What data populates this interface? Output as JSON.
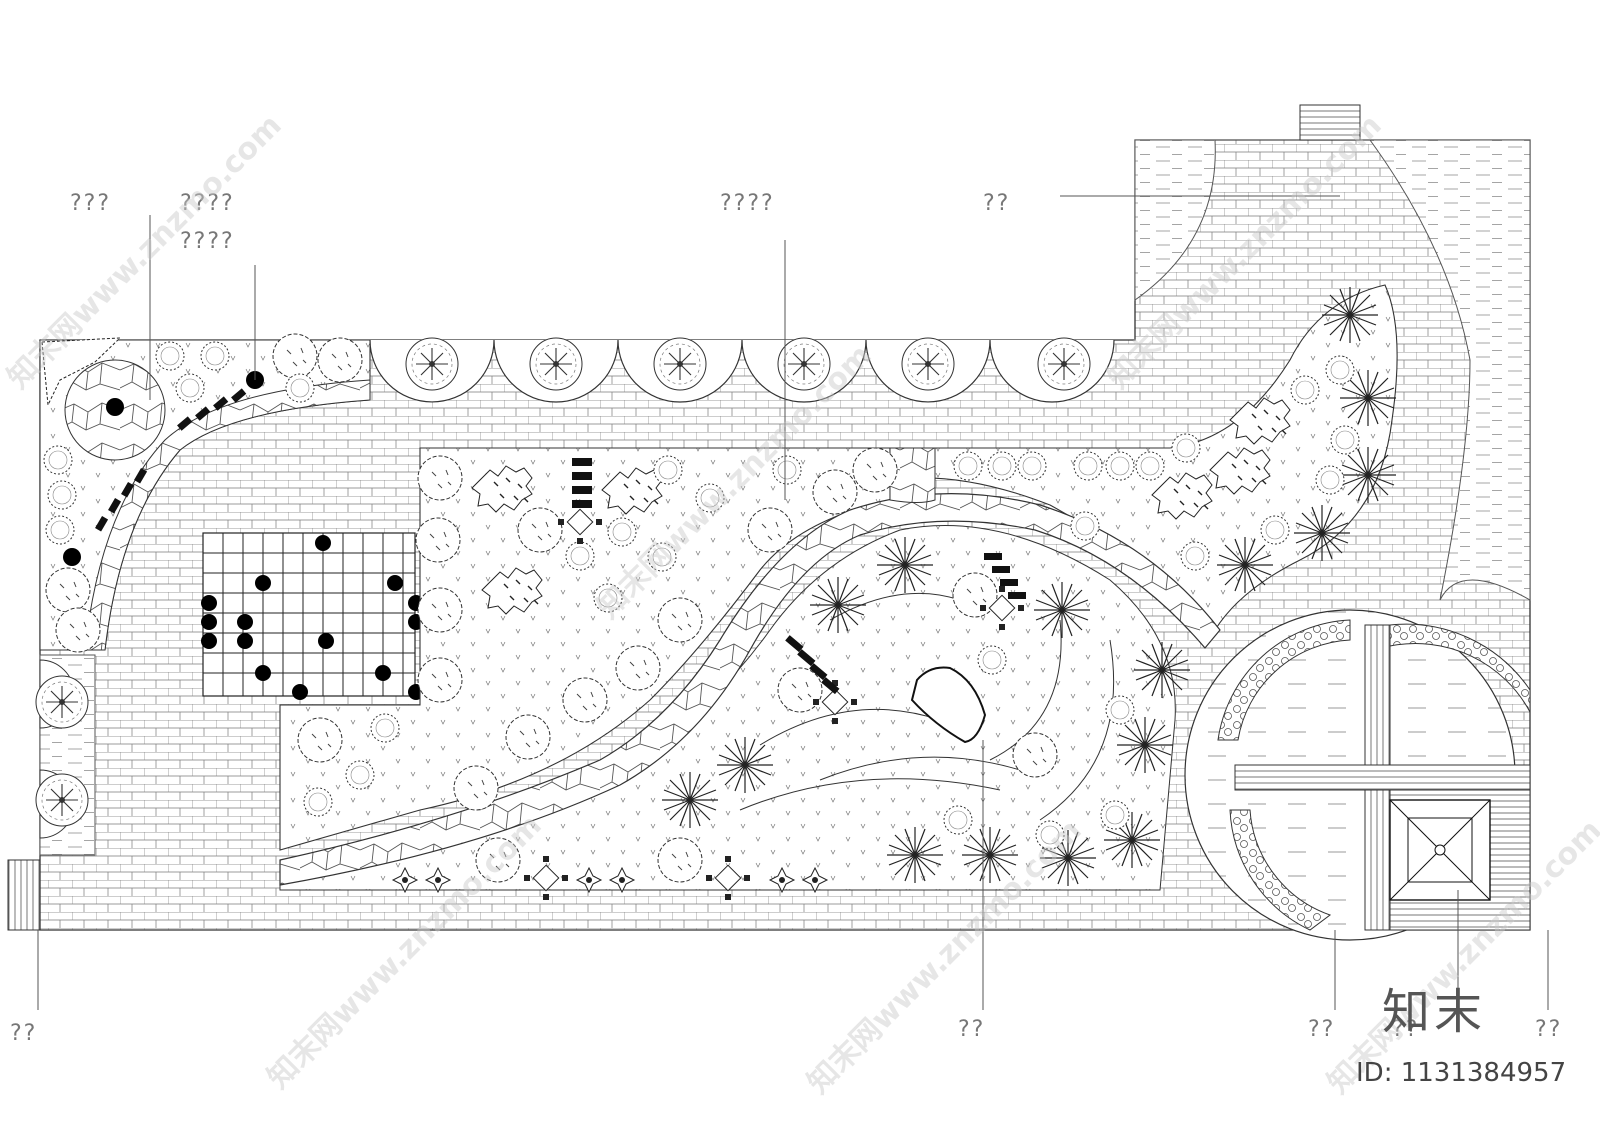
{
  "labels": [
    {
      "id": "l1",
      "text": "???"
    },
    {
      "id": "l2",
      "text": "????"
    },
    {
      "id": "l3",
      "text": "????"
    },
    {
      "id": "l4",
      "text": "????"
    },
    {
      "id": "l5",
      "text": "??"
    },
    {
      "id": "l6",
      "text": "??"
    },
    {
      "id": "l7",
      "text": "??"
    },
    {
      "id": "l8",
      "text": "??"
    },
    {
      "id": "l9",
      "text": "??"
    },
    {
      "id": "l10",
      "text": "??"
    }
  ],
  "watermark": {
    "text": "知末网www.znzmo.com"
  },
  "brand": {
    "logo": "知末",
    "id": "ID: 1131384957"
  }
}
